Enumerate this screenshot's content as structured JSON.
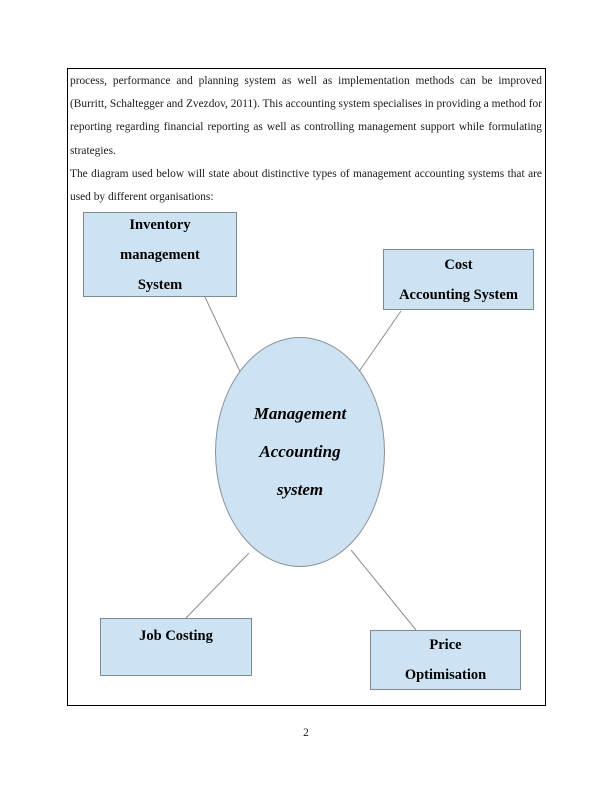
{
  "document": {
    "page_number": "2",
    "paragraphs": [
      "process, performance and planning system as well as implementation methods can be improved (Burritt, Schaltegger and Zvezdov, 2011). This accounting system specialises in providing a method for reporting regarding financial reporting as well as controlling management support while formulating strategies.",
      "The diagram used below will state about distinctive types of management accounting systems that are used by different organisations:"
    ]
  },
  "diagram": {
    "center": {
      "line1": "Management",
      "line2": "Accounting",
      "line3": "system"
    },
    "nodes": {
      "inventory": {
        "line1": "Inventory",
        "line2": "management",
        "line3": "System"
      },
      "cost": {
        "line1": "Cost",
        "line2": "Accounting System"
      },
      "job": {
        "line1": "Job Costing"
      },
      "price": {
        "line1": "Price",
        "line2": "Optimisation"
      }
    },
    "colors": {
      "node_fill": "#cde2f2",
      "node_border": "#7f8b93",
      "connector": "#8a8f96",
      "page_border": "#000000"
    }
  }
}
